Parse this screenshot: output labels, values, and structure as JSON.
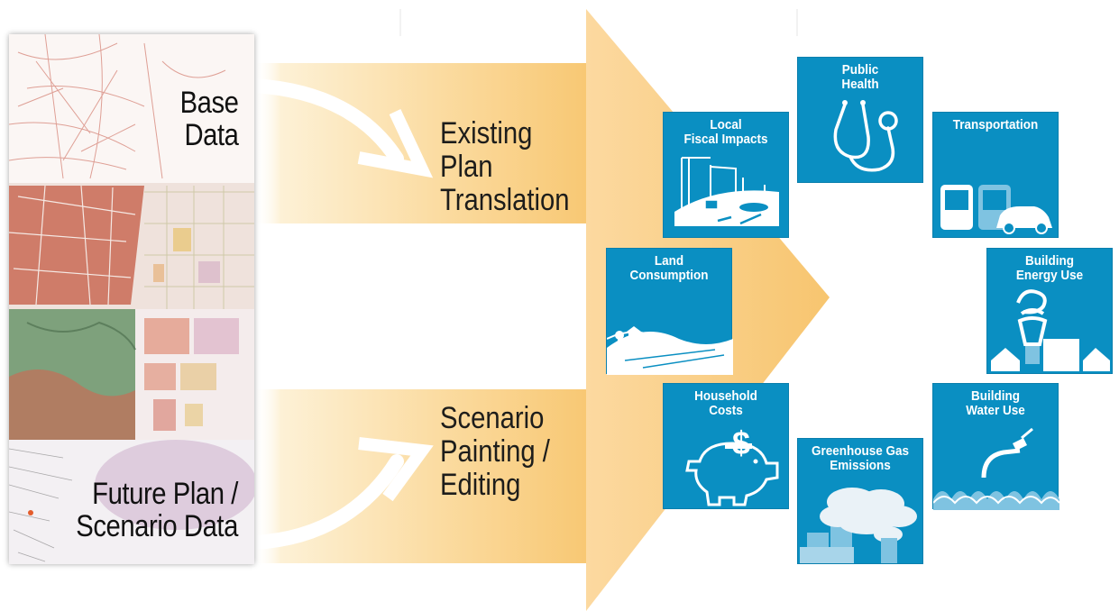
{
  "left_panel": {
    "base_label": "Base\nData",
    "future_label": "Future Plan /\nScenario Data"
  },
  "steps": {
    "existing": "Existing\nPlan\nTranslation",
    "scenario": "Scenario\nPainting /\nEditing"
  },
  "tiles": {
    "public_health": "Public\nHealth",
    "local_fiscal": "Local\nFiscal Impacts",
    "transportation": "Transportation",
    "land_consumption": "Land\nConsumption",
    "building_energy": "Building\nEnergy Use",
    "household_costs": "Household\nCosts",
    "building_water": "Building\nWater Use",
    "greenhouse_gas": "Greenhouse Gas\nEmissions"
  },
  "colors": {
    "tile_blue": "#0a8fc2",
    "arrow_light": "#fdf3dc",
    "arrow_mid": "#fbd898",
    "arrow_dark": "#f7c36a"
  }
}
